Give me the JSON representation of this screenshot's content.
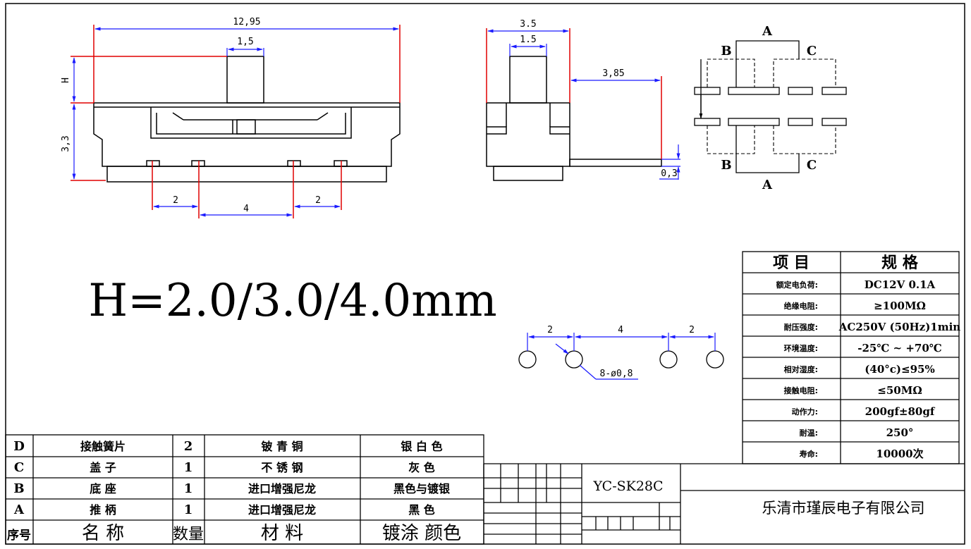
{
  "front_view": {
    "dim_total_length": "12,95",
    "dim_actuator_width": "1,5",
    "dim_h_label": "H",
    "dim_body_height": "3,3",
    "dim_pin_pitch_left": "2",
    "dim_pin_pitch_mid": "4",
    "dim_pin_pitch_right": "2"
  },
  "side_view": {
    "dim_body_width": "3.5",
    "dim_actuator_width": "1.5",
    "dim_pin_length": "3,85",
    "dim_pin_thickness": "0,3"
  },
  "schematic": {
    "label_a_top": "A",
    "label_b_top": "B",
    "label_c_top": "C",
    "label_b_bottom": "B",
    "label_c_bottom": "C",
    "label_a_bottom": "A"
  },
  "height_note": "H=2.0/3.0/4.0mm",
  "pcb_layout": {
    "dim_left": "2",
    "dim_mid": "4",
    "dim_right": "2",
    "hole_note": "8-ø0,8"
  },
  "spec_table": {
    "header_item": "项  目",
    "header_spec": "规  格",
    "rows": [
      {
        "item": "额定电负荷:",
        "value": "DC12V 0.1A"
      },
      {
        "item": "绝缘电阻:",
        "value": "≥100MΩ"
      },
      {
        "item": "耐压强度:",
        "value": "AC250V (50Hz)1min"
      },
      {
        "item": "环境温度:",
        "value": "-25℃  ~ +70℃"
      },
      {
        "item": "相对湿度:",
        "value": "(40°c)≤95%"
      },
      {
        "item": "接触电阻:",
        "value": "≤50MΩ"
      },
      {
        "item": "动作力:",
        "value": "200gf±80gf"
      },
      {
        "item": "耐温:",
        "value": "250°"
      },
      {
        "item": "寿命:",
        "value": "10000次"
      }
    ]
  },
  "bom_table": {
    "rows": [
      {
        "id": "D",
        "name": "接触簧片",
        "qty": "2",
        "material": "铍 青 铜",
        "finish": "银 白 色"
      },
      {
        "id": "C",
        "name": "盖      子",
        "qty": "1",
        "material": "不 锈 钢",
        "finish": "灰    色"
      },
      {
        "id": "B",
        "name": "底      座",
        "qty": "1",
        "material": "进口增强尼龙",
        "finish": "黑色与镀银"
      },
      {
        "id": "A",
        "name": "推      柄",
        "qty": "1",
        "material": "进口增强尼龙",
        "finish": "黑      色"
      }
    ],
    "header": {
      "id": "序号",
      "name": "名     称",
      "qty": "数量",
      "material": "材      料",
      "finish": "镀涂 颜色"
    }
  },
  "title_block": {
    "model": "YC-SK28C",
    "company": "乐清市瑾辰电子有限公司"
  },
  "colors": {
    "dimension": "#1a1aff",
    "extension": "#e00000",
    "outline": "#000000"
  }
}
